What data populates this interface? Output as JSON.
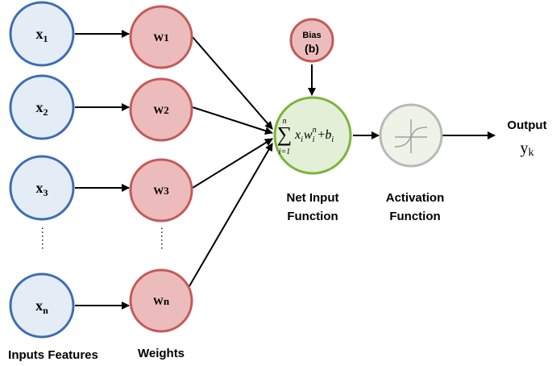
{
  "inputs": {
    "x1": {
      "base": "x",
      "sub": "1"
    },
    "x2": {
      "base": "x",
      "sub": "2"
    },
    "x3": {
      "base": "x",
      "sub": "3"
    },
    "xn": {
      "base": "x",
      "sub": "n"
    }
  },
  "weights": {
    "w1": "W1",
    "w2": "W2",
    "w3": "W3",
    "wn": "Wn"
  },
  "bias": {
    "line1": "Bias",
    "line2": "(b)"
  },
  "net_input": {
    "sigma": "∑",
    "upper": "n",
    "lower": "i=1",
    "term_x": "x",
    "term_x_sub": "i",
    "term_w": "w",
    "term_w_sub": "i",
    "term_w_sup": "n",
    "plus": "+",
    "term_b": "b",
    "term_b_sub": "i"
  },
  "labels": {
    "net_input_line1": "Net Input",
    "net_input_line2": "Function",
    "activation_line1": "Activation",
    "activation_line2": "Function",
    "output_title": "Output",
    "output_symbol": "y",
    "output_sub": "k",
    "inputs_features": "Inputs Features",
    "weights": "Weights"
  },
  "ellipsis": {
    "inputs": "......",
    "weights": "......"
  },
  "colors": {
    "input_fill": "#e4ecf6",
    "input_stroke": "#3d6db0",
    "weight_fill": "#ecbcbc",
    "weight_stroke": "#c55a5a",
    "net_fill": "#e4efd8",
    "net_stroke": "#7fb33c",
    "act_fill": "#eef3e8",
    "act_stroke": "#b8b8b8"
  }
}
